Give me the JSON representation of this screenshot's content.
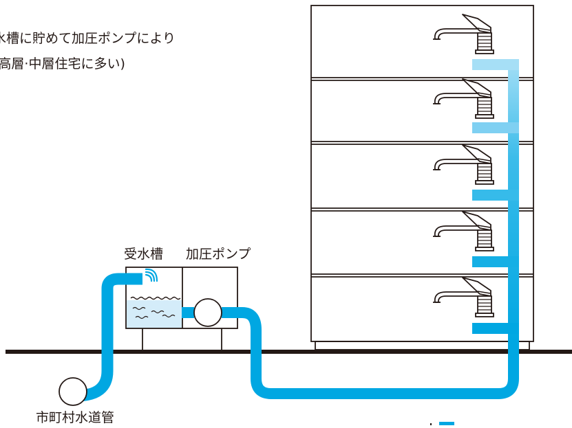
{
  "description": {
    "line1": "水槽に貯めて加圧ポンプにより",
    "line2": "(高層·中層住宅に多い)"
  },
  "labels": {
    "receiving_tank": "受水槽",
    "booster_pump": "加圧ポンプ",
    "municipal_main": "市町村水道管"
  },
  "building": {
    "floors": 5,
    "faucets_per_floor": 1
  },
  "colors": {
    "pipe": "#00a7e2",
    "pipe_light": "#8fd6f4",
    "water": "#d4ecf9",
    "line": "#231815",
    "ground": "#231815"
  },
  "icons": {
    "faucet": "faucet-icon",
    "water_inflow": "water-splash-icon",
    "pump": "pump-circle-icon",
    "water_main": "pipe-section-icon"
  }
}
